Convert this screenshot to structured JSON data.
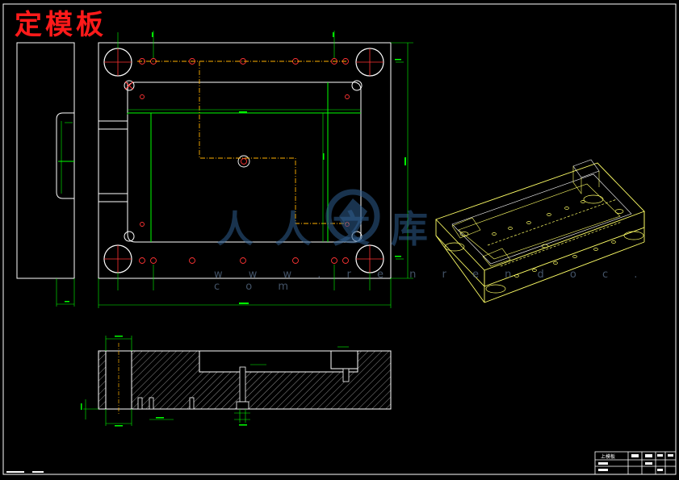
{
  "title": "定模板",
  "watermark": {
    "text": "人人文库",
    "url": "w w w . r e n r e n d o c . c o m"
  },
  "title_block": {
    "part_name": "上模板"
  },
  "colors": {
    "background": "#000000",
    "outline": "#ffffff",
    "dimension": "#00ff00",
    "hole": "#ff3333",
    "centerline": "#ffd400",
    "iso_line": "#ffff66",
    "hatch": "#ffffff",
    "title": "#ff1a1a",
    "watermark": "#2f5e8f"
  }
}
